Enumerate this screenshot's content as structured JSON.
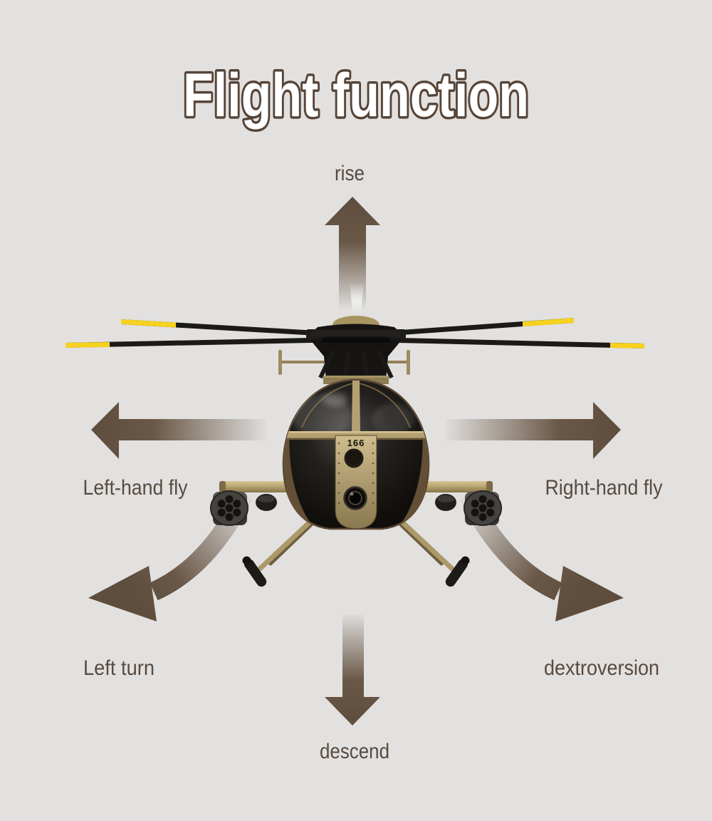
{
  "page": {
    "background_color": "#e2e1e0",
    "arrow_color": "#6a5847",
    "label_color": "#574a40"
  },
  "title": {
    "text": "Flight function",
    "fill_color": "#ffffff",
    "outline_color": "#564437"
  },
  "labels": {
    "rise": "rise",
    "left_hand_fly": "Left-hand fly",
    "right_hand_fly": "Right-hand fly",
    "left_turn": "Left turn",
    "dextroversion": "dextroversion",
    "descend": "descend"
  },
  "helicopter": {
    "nose_number": "166",
    "canopy_color": "#17130f",
    "trim_color": "#b4a173",
    "blade_tip_color": "#f6d21f"
  }
}
